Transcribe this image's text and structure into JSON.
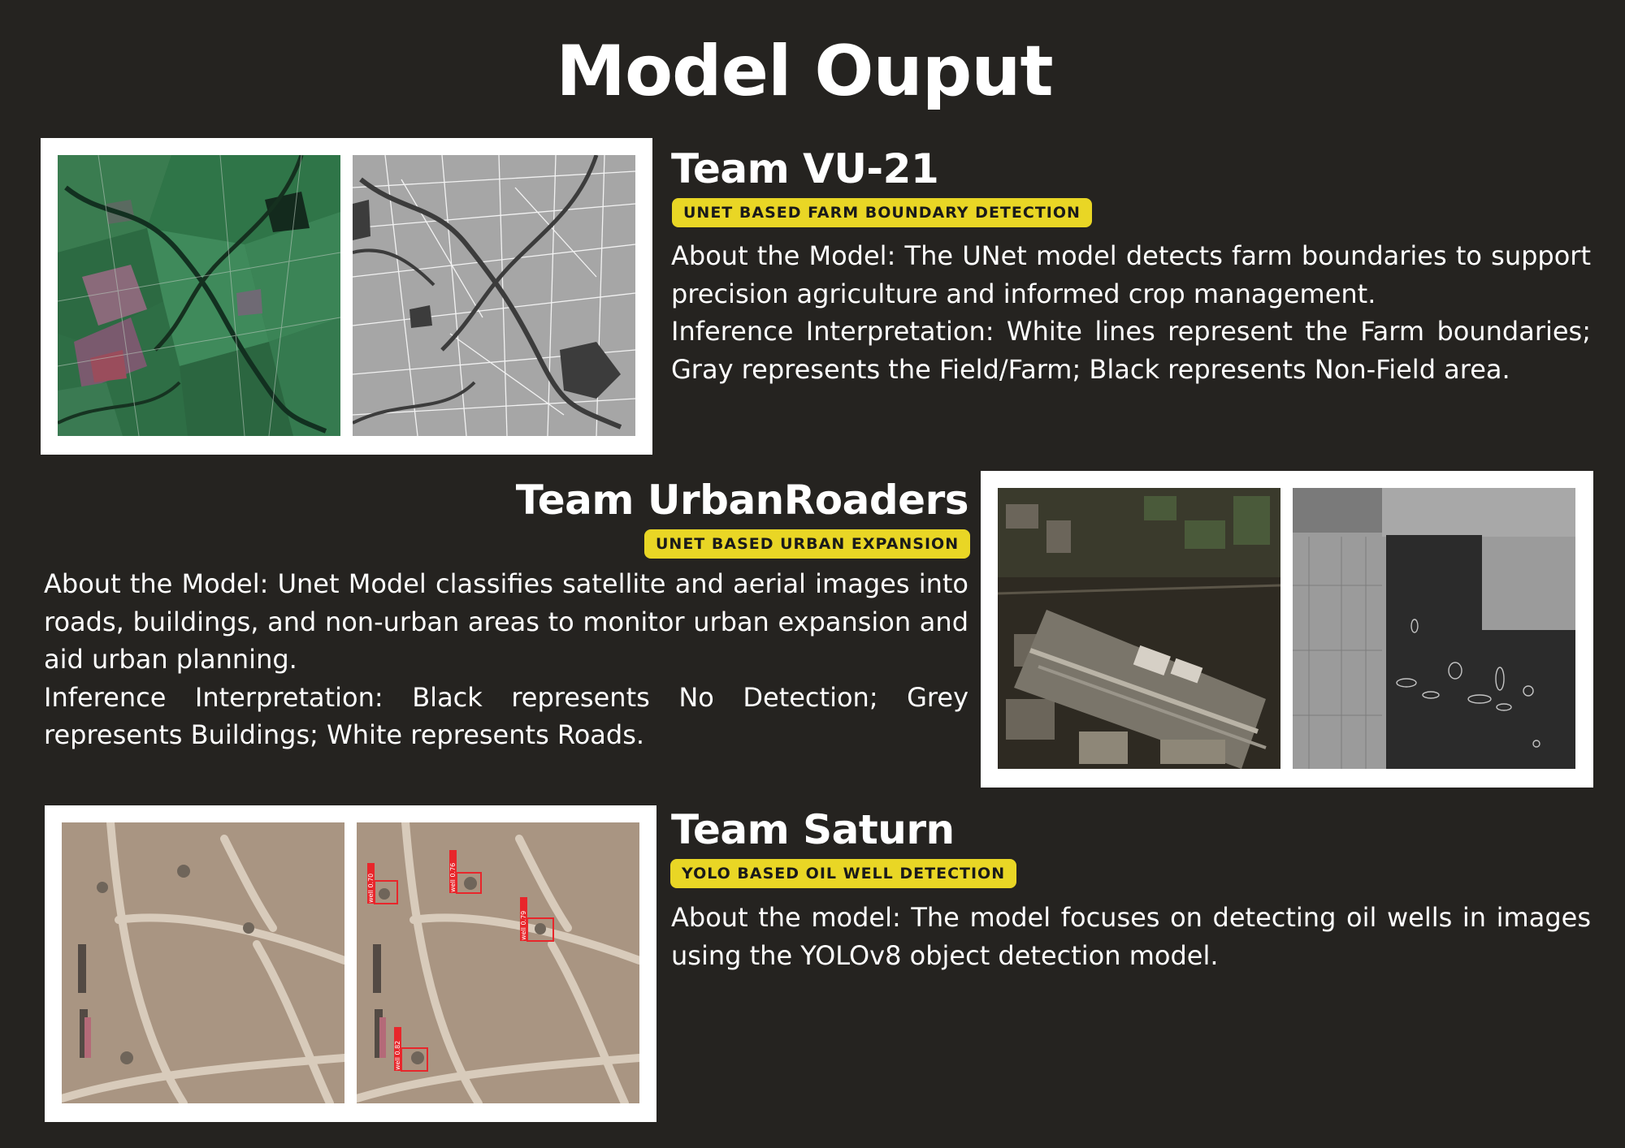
{
  "title": "Model Ouput",
  "sections": [
    {
      "team": "Team VU-21",
      "badge": "UNET BASED FARM BOUNDARY DETECTION",
      "about": "About the Model: The UNet model detects farm boundaries to support precision agriculture and informed crop management.",
      "inference": "Inference Interpretation: White lines represent the Farm boundaries; Gray represents the Field/Farm; Black represents Non-Field area.",
      "images": [
        "farm-satellite-image",
        "farm-boundary-mask"
      ]
    },
    {
      "team": "Team UrbanRoaders",
      "badge": "UNET BASED URBAN EXPANSION",
      "about": "About the Model: Unet Model classifies satellite and aerial images into roads, buildings, and non-urban areas to monitor urban expansion and aid urban planning.",
      "inference": "Inference Interpretation: Black represents No Detection; Grey represents Buildings; White represents Roads.",
      "images": [
        "urban-satellite-image",
        "urban-classification-mask"
      ]
    },
    {
      "team": "Team Saturn",
      "badge": "YOLO BASED OIL WELL DETECTION",
      "about": "About the model: The model focuses on detecting oil wells in images using the YOLOv8 object detection model.",
      "images": [
        "oilfield-satellite-image",
        "oilwell-detection-image"
      ],
      "detections": [
        "well 0.70",
        "well 0.76",
        "well 0.79",
        "well 0.82"
      ]
    }
  ],
  "colors": {
    "background": "#252320",
    "badge": "#e9d625",
    "frame": "#ffffff",
    "detection_box": "#e8262b"
  }
}
